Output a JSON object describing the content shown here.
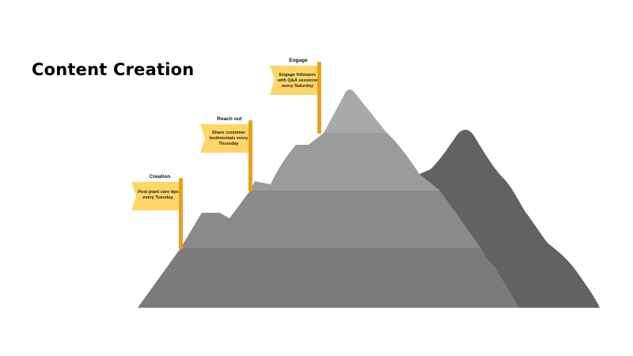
{
  "title": "Content Creation",
  "colors": {
    "background": "#ffffff",
    "flag": "#fcd669",
    "pole": "#e8a01c",
    "mountain_back": "#626262",
    "tier_top": "#a9a9a9",
    "tier_upper": "#9b9b9b",
    "tier_middle": "#8a8a8a",
    "tier_base": "#7b7b7b"
  },
  "flags": [
    {
      "title": "Creation",
      "lines": [
        "Post plant care tips",
        "every Tuesday."
      ]
    },
    {
      "title": "Reach out",
      "lines": [
        "Share customer",
        "testimonials every",
        "Thursday"
      ]
    },
    {
      "title": "Engage",
      "lines": [
        "Engage followers",
        "with Q&A sessions",
        "every Saturday"
      ]
    }
  ]
}
